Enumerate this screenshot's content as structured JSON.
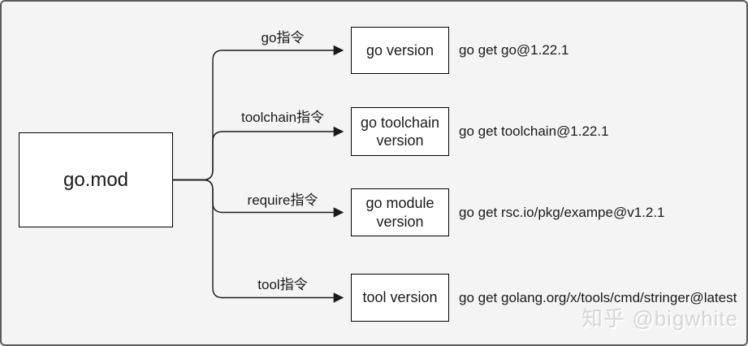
{
  "diagram": {
    "root_label": "go.mod",
    "branches": [
      {
        "edge_label": "go指令",
        "node_label": "go version",
        "command": "go get go@1.22.1"
      },
      {
        "edge_label": "toolchain指令",
        "node_label": "go toolchain version",
        "command": "go get toolchain@1.22.1"
      },
      {
        "edge_label": "require指令",
        "node_label": "go module version",
        "command": "go get rsc.io/pkg/exampe@v1.2.1"
      },
      {
        "edge_label": "tool指令",
        "node_label": "tool version",
        "command": "go get golang.org/x/tools/cmd/stringer@latest"
      }
    ],
    "watermark": "知乎 @bigwhite",
    "colors": {
      "background": "#f4f4f5",
      "frame_border": "#5a5a5a",
      "line": "#1a1a1a",
      "box_fill": "#ffffff",
      "box_border": "#000000",
      "text": "#1a1a1a",
      "watermark": "#d6d6d6"
    }
  }
}
